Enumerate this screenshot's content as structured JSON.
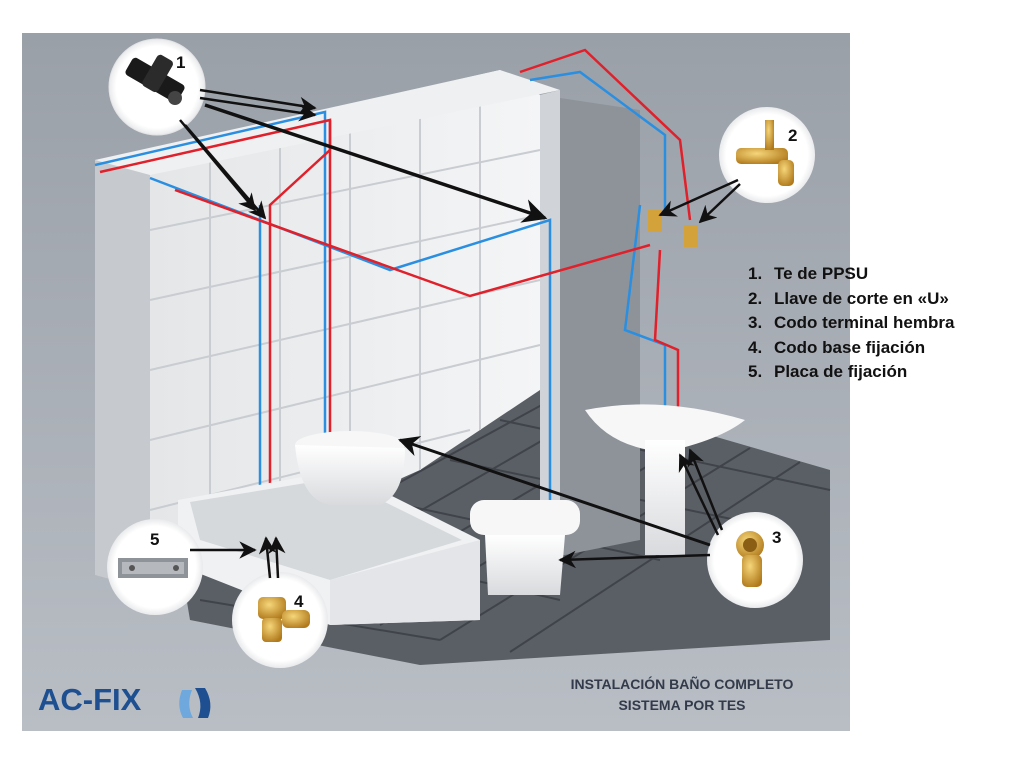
{
  "legend": {
    "items": [
      {
        "num": "1.",
        "label": "Te de PPSU"
      },
      {
        "num": "2.",
        "label": "Llave de corte en «U»"
      },
      {
        "num": "3.",
        "label": "Codo terminal hembra"
      },
      {
        "num": "4.",
        "label": "Codo base fijación"
      },
      {
        "num": "5.",
        "label": "Placa de fijación"
      }
    ]
  },
  "callouts": {
    "c1": "1",
    "c2": "2",
    "c3": "3",
    "c4": "4",
    "c5": "5"
  },
  "brand": {
    "name": "AC-FIX"
  },
  "caption": {
    "line1": "INSTALACIÓN BAÑO COMPLETO",
    "line2": "SISTEMA POR TES"
  },
  "colors": {
    "hot_pipe": "#e0202a",
    "cold_pipe": "#2a8fe0",
    "brand_blue": "#1d4f91",
    "fitting_gold": "#d4a23a",
    "fitting_black": "#1a1a1a"
  }
}
